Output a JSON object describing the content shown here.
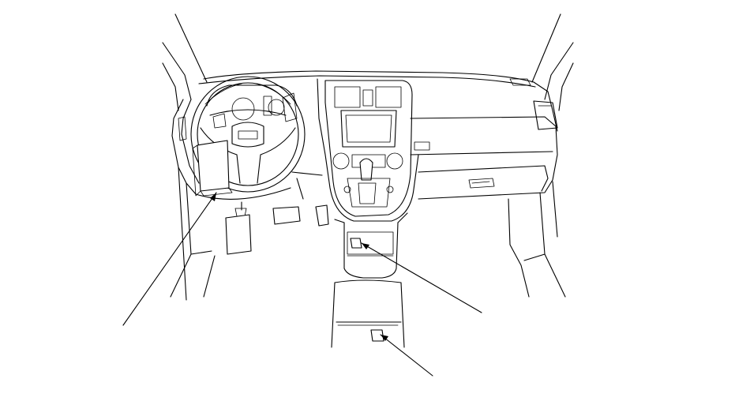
{
  "diagram": {
    "subject": "vehicle-interior-dashboard-line-art",
    "colors": {
      "line": "#000000",
      "background": "#ffffff"
    },
    "callouts": [
      {
        "id": "under-dash-fuse-box",
        "label": ""
      },
      {
        "id": "center-console-accessory-socket",
        "label": ""
      },
      {
        "id": "console-box-accessory-socket",
        "label": ""
      }
    ]
  }
}
